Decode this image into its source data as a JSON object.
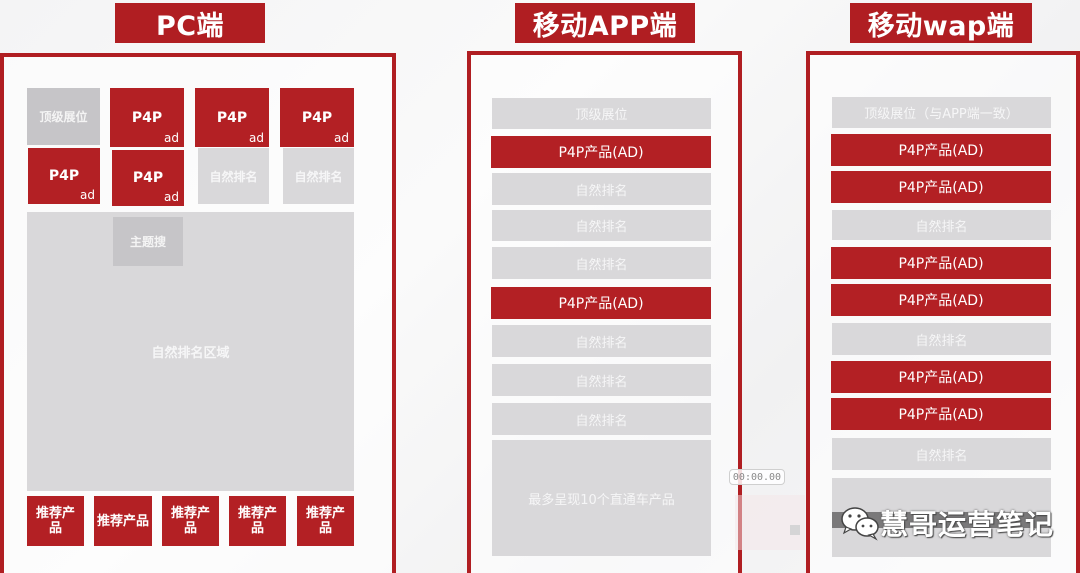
{
  "colors": {
    "accent_red": "#b01e22",
    "tile_red": "#b32024",
    "tile_gray": "#d9d8da",
    "tile_gray_dark": "#c6c5c8",
    "background": "#f5f5f6"
  },
  "pc": {
    "title": "PC端",
    "top_slot": "顶级展位",
    "p4p_tiles": [
      {
        "label": "P4P",
        "sub": "ad"
      },
      {
        "label": "P4P",
        "sub": "ad"
      },
      {
        "label": "P4P",
        "sub": "ad"
      },
      {
        "label": "P4P",
        "sub": "ad"
      },
      {
        "label": "P4P",
        "sub": "ad"
      }
    ],
    "natural_tiles": [
      "自然排名",
      "自然排名"
    ],
    "theme_search": "主题搜",
    "natural_area": "自然排名区域",
    "recommended": [
      "推荐产品",
      "推荐产品",
      "推荐产品",
      "推荐产品",
      "推荐产品"
    ]
  },
  "app": {
    "title": "移动APP端",
    "rows": [
      {
        "label": "顶级展位",
        "type": "gray"
      },
      {
        "label": "P4P产品(AD)",
        "type": "red"
      },
      {
        "label": "自然排名",
        "type": "gray"
      },
      {
        "label": "自然排名",
        "type": "gray"
      },
      {
        "label": "自然排名",
        "type": "gray"
      },
      {
        "label": "P4P产品(AD)",
        "type": "red"
      },
      {
        "label": "自然排名",
        "type": "gray"
      },
      {
        "label": "自然排名",
        "type": "gray"
      },
      {
        "label": "自然排名",
        "type": "gray"
      }
    ],
    "footer_note": "最多呈现10个直通车产品"
  },
  "wap": {
    "title": "移动wap端",
    "rows": [
      {
        "label": "顶级展位（与APP端一致）",
        "type": "gray"
      },
      {
        "label": "P4P产品(AD)",
        "type": "red"
      },
      {
        "label": "P4P产品(AD)",
        "type": "red"
      },
      {
        "label": "自然排名",
        "type": "gray"
      },
      {
        "label": "P4P产品(AD)",
        "type": "red"
      },
      {
        "label": "P4P产品(AD)",
        "type": "red"
      },
      {
        "label": "自然排名",
        "type": "gray"
      },
      {
        "label": "P4P产品(AD)",
        "type": "red"
      },
      {
        "label": "P4P产品(AD)",
        "type": "red"
      },
      {
        "label": "自然排名",
        "type": "gray"
      }
    ]
  },
  "overlay": {
    "timer": "00:00.00",
    "watermark": "慧哥运营笔记",
    "watermark_icon": "wechat-icon"
  }
}
